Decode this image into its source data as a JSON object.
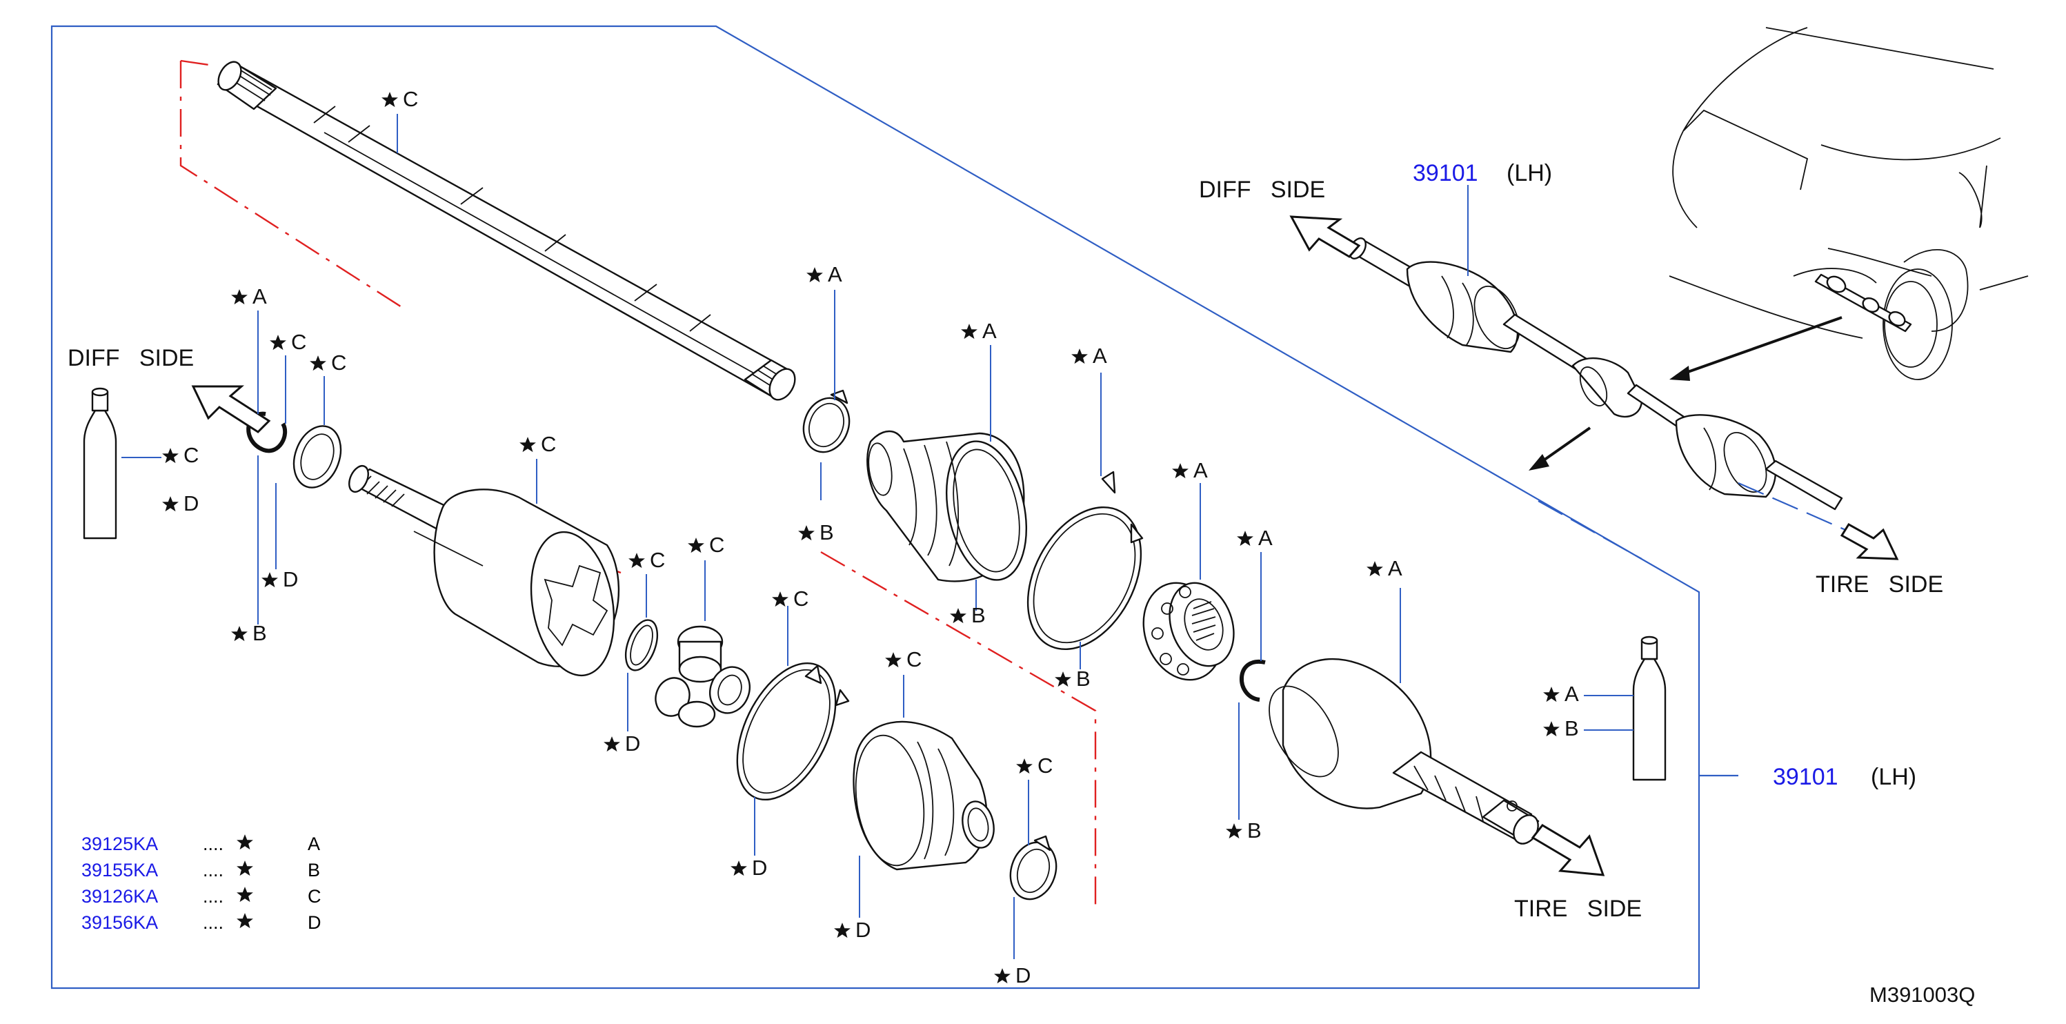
{
  "diagram_id": "M391003Q",
  "frame_part": {
    "number": "39101",
    "side": "(LH)"
  },
  "inset_part": {
    "number": "39101",
    "side": "(LH)"
  },
  "directions": {
    "diff_side_main": "DIFF   SIDE",
    "diff_side_inset": "DIFF   SIDE",
    "tire_side_main": "TIRE   SIDE",
    "tire_side_inset": "TIRE   SIDE"
  },
  "callouts": [
    {
      "id": "shaft-top",
      "letter": "C"
    },
    {
      "id": "band-upper",
      "letter": "A"
    },
    {
      "id": "boot-upper-a",
      "letter": "A"
    },
    {
      "id": "band-large-a",
      "letter": "A"
    },
    {
      "id": "ring-left-a",
      "letter": "A"
    },
    {
      "id": "ring-left-c1",
      "letter": "C"
    },
    {
      "id": "ring-left-c2",
      "letter": "C"
    },
    {
      "id": "tube-left-c",
      "letter": "C"
    },
    {
      "id": "tube-left-d",
      "letter": "D"
    },
    {
      "id": "housing-c",
      "letter": "C"
    },
    {
      "id": "band-upper-b",
      "letter": "B"
    },
    {
      "id": "boot-upper-b",
      "letter": "B"
    },
    {
      "id": "ring-left-d",
      "letter": "D"
    },
    {
      "id": "ring-left-b",
      "letter": "B"
    },
    {
      "id": "snap-c",
      "letter": "C"
    },
    {
      "id": "spider-c",
      "letter": "C"
    },
    {
      "id": "snap-d",
      "letter": "D"
    },
    {
      "id": "band-mid-c",
      "letter": "C"
    },
    {
      "id": "band-mid-d",
      "letter": "D"
    },
    {
      "id": "boot-lower-c",
      "letter": "C"
    },
    {
      "id": "boot-lower-d",
      "letter": "D"
    },
    {
      "id": "clamp-lower-c",
      "letter": "C"
    },
    {
      "id": "clamp-lower-d",
      "letter": "D"
    },
    {
      "id": "band-large-b",
      "letter": "B"
    },
    {
      "id": "cage-a",
      "letter": "A"
    },
    {
      "id": "cring-a",
      "letter": "A"
    },
    {
      "id": "cring-b",
      "letter": "B"
    },
    {
      "id": "outer-joint-a",
      "letter": "A"
    },
    {
      "id": "tube-right-a",
      "letter": "A"
    },
    {
      "id": "tube-right-b",
      "letter": "B"
    }
  ],
  "legend": [
    {
      "part": "39125KA",
      "dots": "....",
      "letter": "A"
    },
    {
      "part": "39155KA",
      "dots": "....",
      "letter": "B"
    },
    {
      "part": "39126KA",
      "dots": "....",
      "letter": "C"
    },
    {
      "part": "39156KA",
      "dots": "....",
      "letter": "D"
    }
  ]
}
